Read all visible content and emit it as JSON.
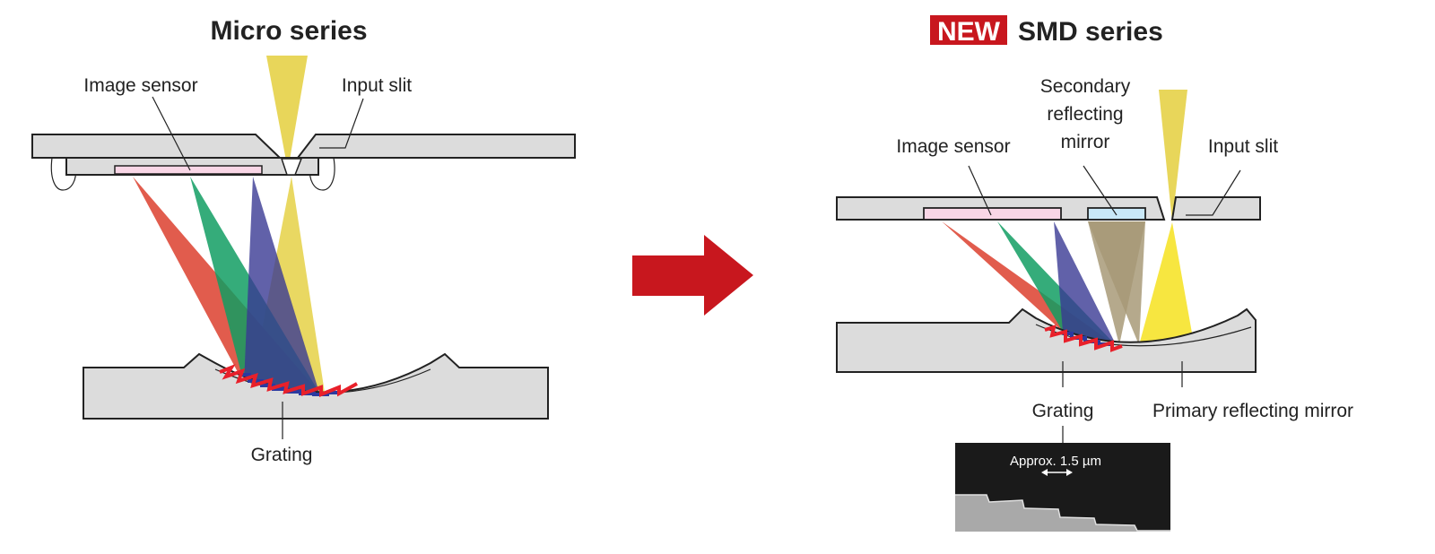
{
  "left_panel": {
    "title": "Micro series",
    "labels": {
      "image_sensor": "Image sensor",
      "input_slit": "Input slit",
      "grating": "Grating"
    }
  },
  "right_panel": {
    "badge": "NEW",
    "title": "SMD series",
    "labels": {
      "secondary_mirror_line1": "Secondary",
      "secondary_mirror_line2": "reflecting",
      "secondary_mirror_line3": "mirror",
      "image_sensor": "Image sensor",
      "input_slit": "Input slit",
      "grating": "Grating",
      "primary_mirror": "Primary reflecting mirror"
    },
    "sem_image": {
      "scale_label": "Approx. 1.5 µm"
    }
  },
  "colors": {
    "accent_red": "#c8171e",
    "red_beam": "#de4a3a",
    "green_beam": "#129e63",
    "blue_beam": "#3a3a94",
    "yellow_beam": "#e8d65a",
    "sensor_pink": "#f9d6e6",
    "mirror_blue": "#c9e8f7"
  }
}
